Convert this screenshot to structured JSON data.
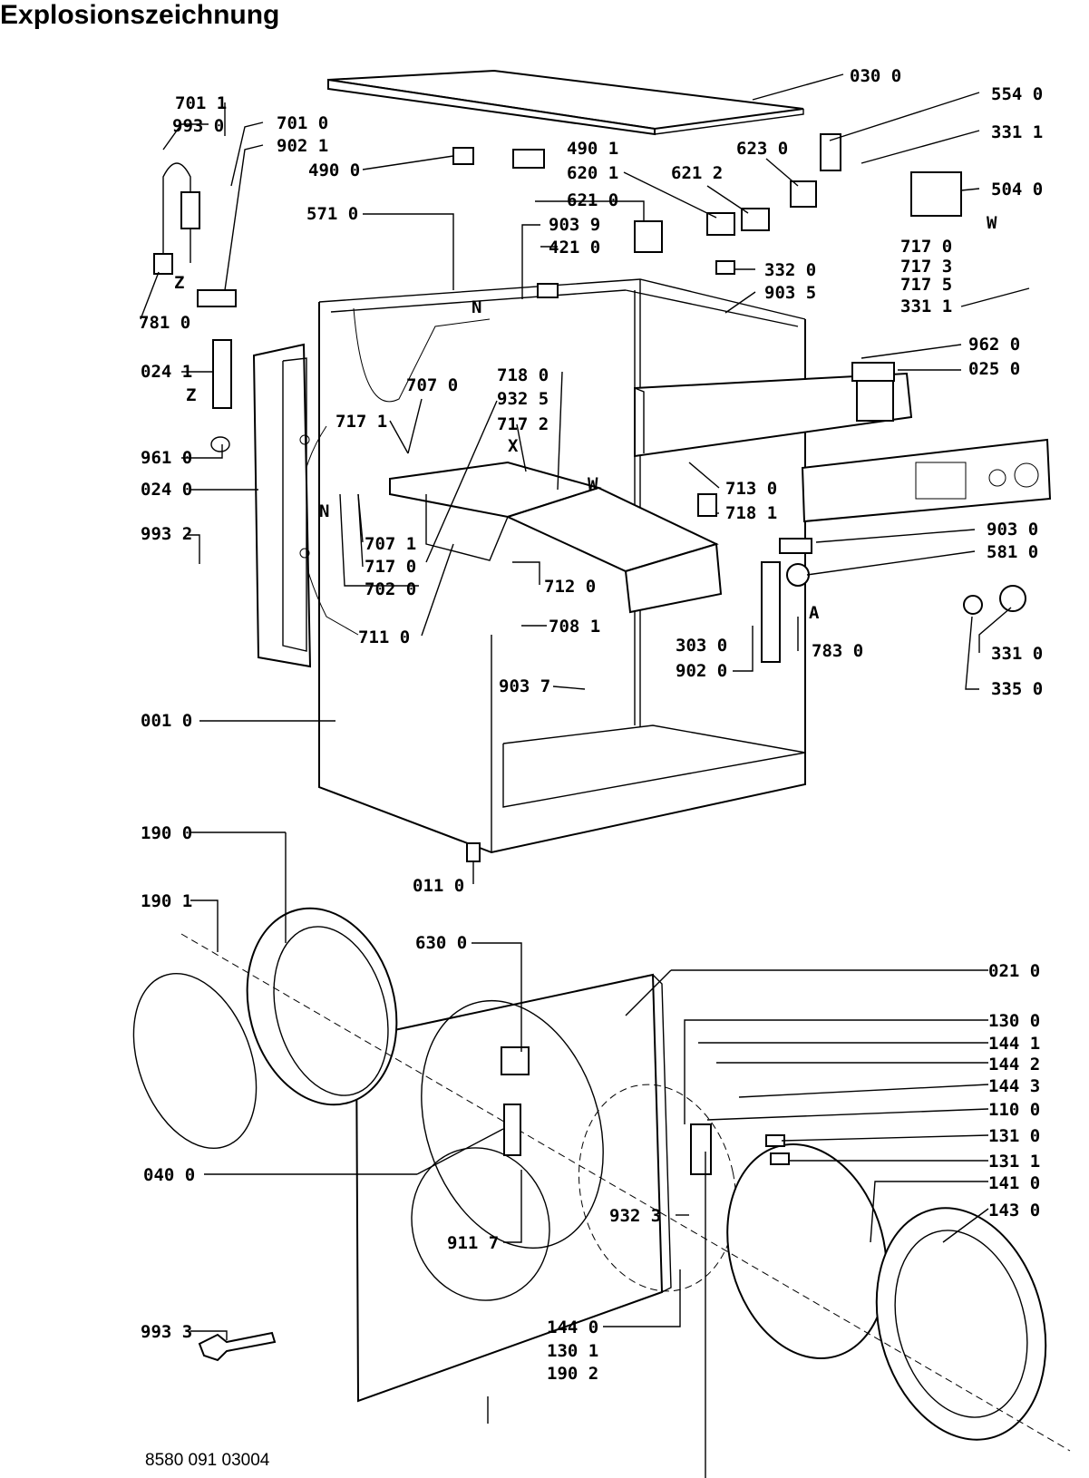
{
  "title": "Explosionszeichnung",
  "document_number": "8580 091 03004",
  "part_labels": [
    "030 0",
    "554 0",
    "331 1",
    "701 1",
    "993 0",
    "701 0",
    "902 1",
    "490 1",
    "490 0",
    "620 1",
    "623 0",
    "621 2",
    "504 0",
    "571 0",
    "621 0",
    "903 9",
    "421 0",
    "717 0",
    "717 3",
    "717 5",
    "331 1",
    "332 0",
    "903 5",
    "781 0",
    "Z",
    "962 0",
    "025 0",
    "024 1",
    "Z",
    "707 0",
    "718 0",
    "932 5",
    "717 1",
    "717 2",
    "X",
    "961 0",
    "W",
    "024 0",
    "N",
    "713 0",
    "718 1",
    "903 0",
    "993 2",
    "707 1",
    "581 0",
    "717 0",
    "712 0",
    "702 0",
    "708 1",
    "A",
    "711 0",
    "303 0",
    "783 0",
    "331 0",
    "902 0",
    "335 0",
    "903 7",
    "001 0",
    "190 0",
    "011 0",
    "190 1",
    "630 0",
    "021 0",
    "130 0",
    "144 1",
    "144 2",
    "144 3",
    "110 0",
    "131 0",
    "131 1",
    "040 0",
    "141 0",
    "143 0",
    "932 3",
    "911 7",
    "993 3",
    "144 0",
    "130 1",
    "190 2",
    "N",
    "W"
  ]
}
